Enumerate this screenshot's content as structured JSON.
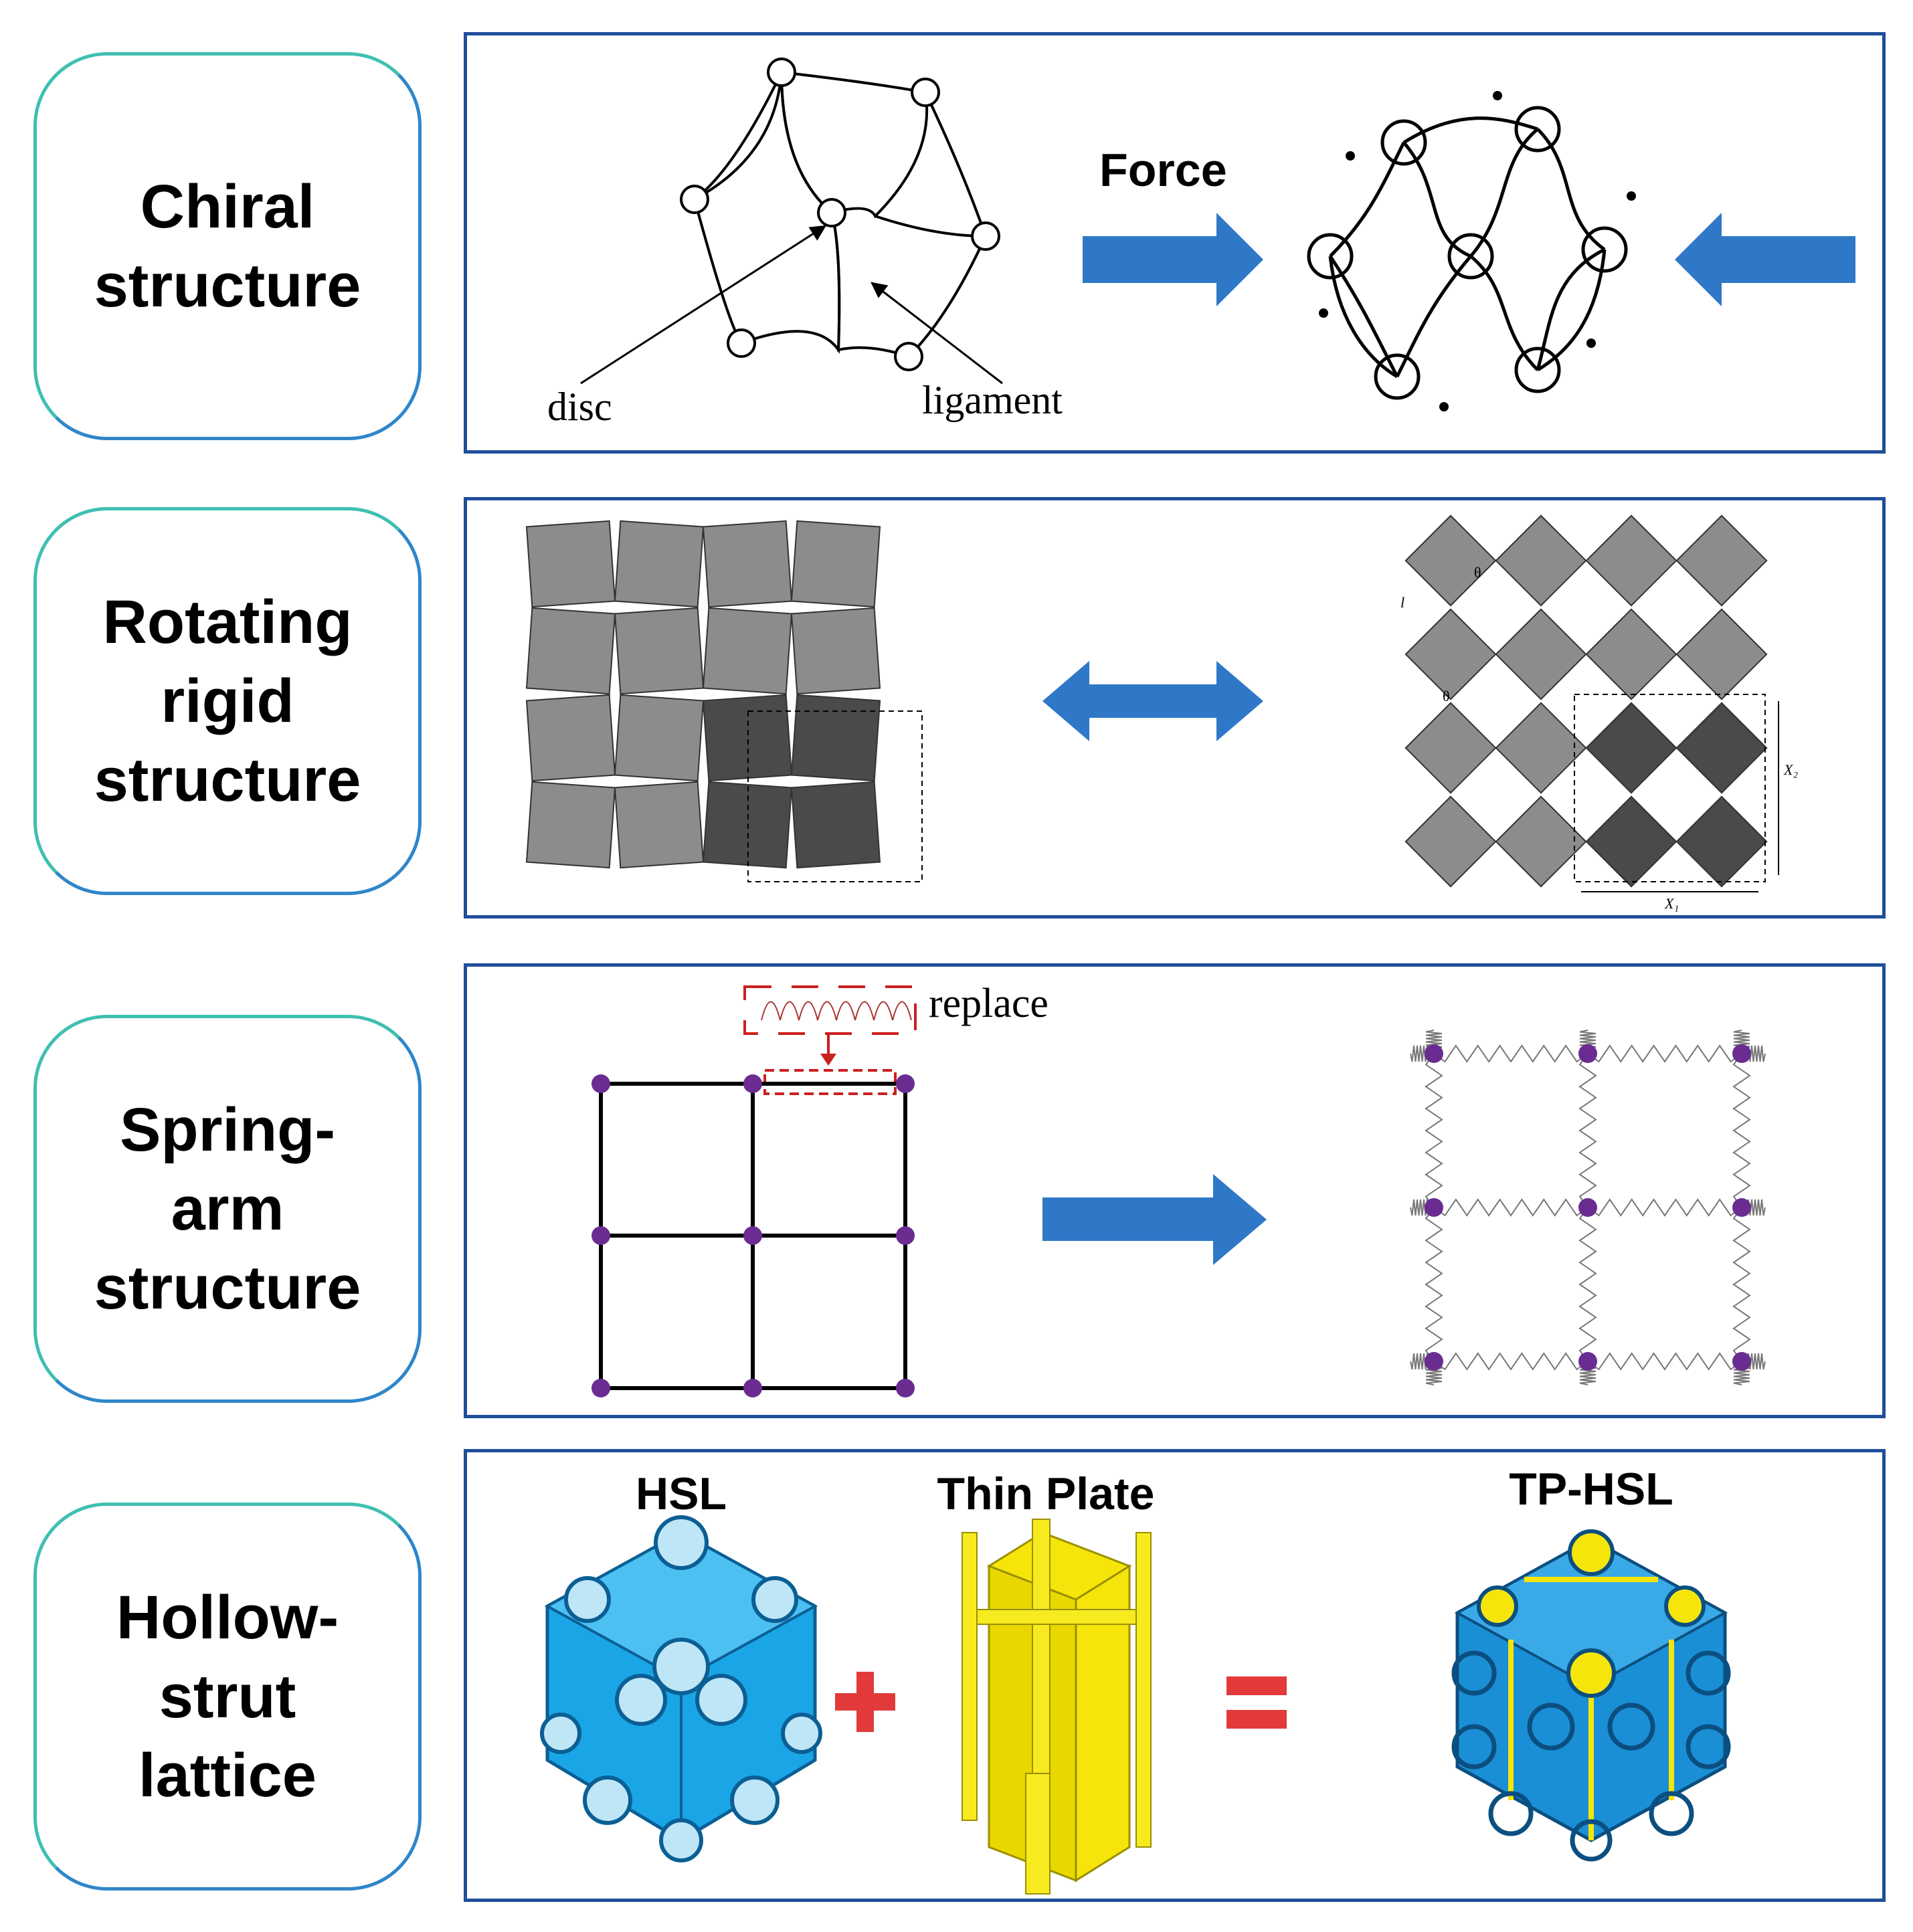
{
  "rows": [
    {
      "label": "Chiral\nstructure"
    },
    {
      "label": "Rotating\nrigid\nstructure"
    },
    {
      "label": "Spring-\narm\nstructure"
    },
    {
      "label": "Hollow-\nstrut\nlattice"
    }
  ],
  "chiral": {
    "force": "Force",
    "disc": "disc",
    "ligament": "ligament"
  },
  "rotating": {
    "theta": "θ",
    "l": "l",
    "x1": "X₁",
    "x2": "X₂"
  },
  "spring": {
    "replace": "replace"
  },
  "lattice": {
    "hsl": "HSL",
    "thin_plate": "Thin Plate",
    "tp_hsl": "TP-HSL"
  },
  "colors": {
    "arrow": "#2e78c7",
    "dark_square": "#4a4a4a",
    "light_square": "#8c8c8c",
    "node": "#6a2c91",
    "cyan": "#1aa6e6",
    "yellow": "#f5e50a",
    "red": "#e23a3a"
  }
}
